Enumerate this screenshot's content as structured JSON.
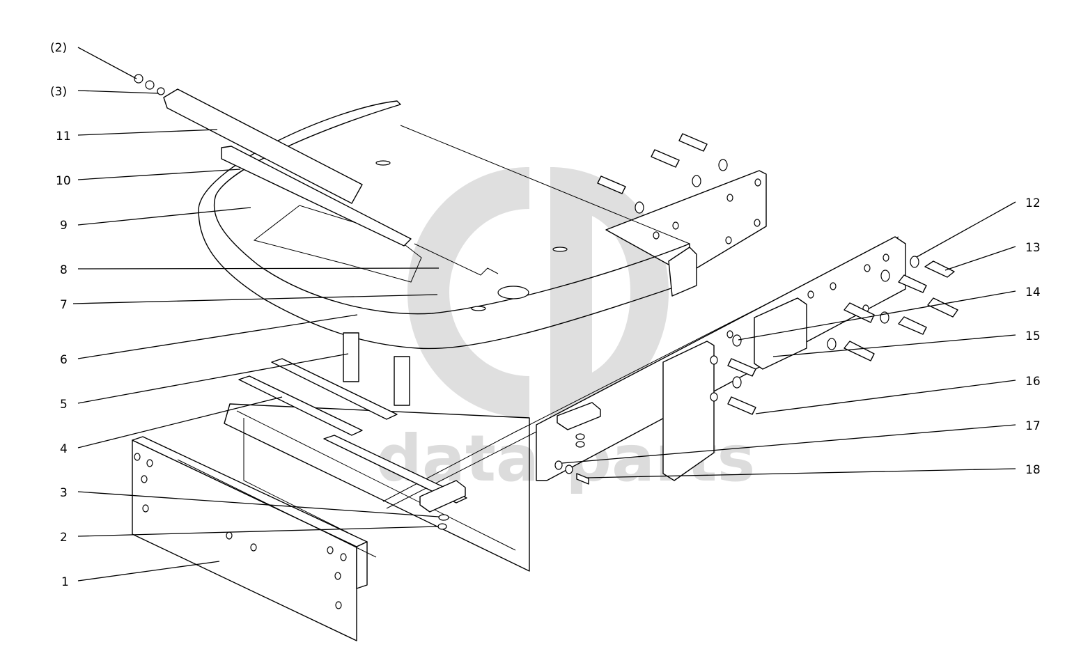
{
  "diagram": {
    "labels_left": [
      "(2)",
      "(3)",
      "11",
      "10",
      "9",
      "8",
      "7",
      "6",
      "5",
      "4",
      "3",
      "2",
      "1"
    ],
    "labels_right": [
      "12",
      "13",
      "14",
      "15",
      "16",
      "17",
      "18"
    ],
    "watermark_text": "data-parts"
  },
  "colors": {
    "line": "#000000",
    "watermark": "#d9d9d9",
    "background": "#ffffff"
  }
}
